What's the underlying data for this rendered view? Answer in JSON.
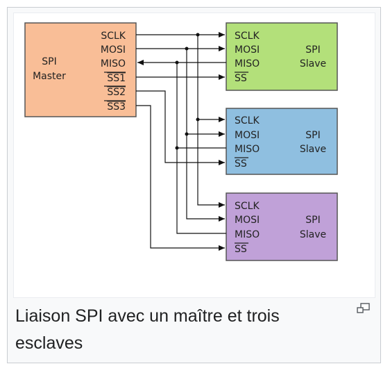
{
  "caption": "Liaison SPI avec un maître et trois esclaves",
  "magnify_icon": "magnify-clip-icon",
  "diagram": {
    "master": {
      "title_line1": "SPI",
      "title_line2": "Master",
      "color": "#f9be97",
      "pins": [
        "SCLK",
        "MOSI",
        "MISO",
        "SS1",
        "SS2",
        "SS3"
      ]
    },
    "slaves": [
      {
        "title_line1": "SPI",
        "title_line2": "Slave",
        "color": "#b3e07a",
        "pins": [
          "SCLK",
          "MOSI",
          "MISO",
          "SS"
        ]
      },
      {
        "title_line1": "SPI",
        "title_line2": "Slave",
        "color": "#8fbfe0",
        "pins": [
          "SCLK",
          "MOSI",
          "MISO",
          "SS"
        ]
      },
      {
        "title_line1": "SPI",
        "title_line2": "Slave",
        "color": "#c0a1d8",
        "pins": [
          "SCLK",
          "MOSI",
          "MISO",
          "SS"
        ]
      }
    ]
  }
}
